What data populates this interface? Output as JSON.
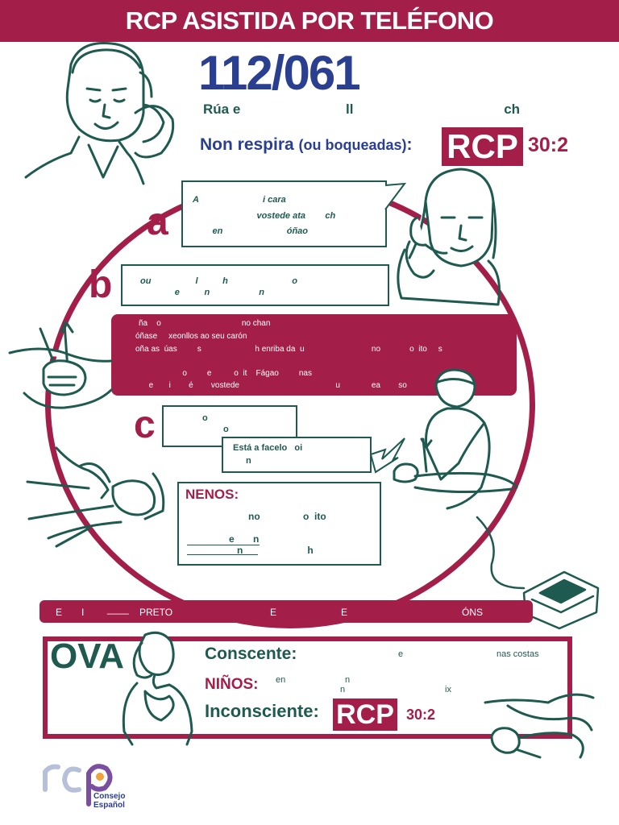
{
  "header": {
    "title": "RCP ASISTIDA POR TELÉFONO"
  },
  "emergency": {
    "number": "112/061",
    "street_fragments": [
      "Rúa e",
      "ll",
      "ch"
    ]
  },
  "non_respira": {
    "label": "Non respira",
    "detail": "(ou boqueadas)",
    "colon": ":",
    "rcp_label": "RCP",
    "ratio": "30:2"
  },
  "step_letters": {
    "a": "a",
    "b": "b",
    "c": "c"
  },
  "box_a": {
    "lines": [
      "A                          i cara",
      "                          vostede ata        ch",
      "        en                          óñao"
    ]
  },
  "box_b": {
    "lines": [
      "ou                  l          h                          o",
      "              e          n                    n"
    ]
  },
  "compress_band": {
    "lines": [
      "ña    o                                    no chan",
      "óñase     xeonllos ao seu carón",
      "oña as  úas         s                        h enriba da  u                              no             o  ito     s",
      "",
      "                     o         e          o  it    Fágao         nas",
      "      e       i        é        vostede                                           u              ea        so"
    ]
  },
  "box_c1": {
    "lines": [
      "o",
      "o"
    ]
  },
  "box_c2": {
    "lines": [
      "Está a facelo   oi",
      "n"
    ]
  },
  "nenos": {
    "title": "NENOS:",
    "line1": "no                o  ito",
    "line2": "e       n",
    "line3": "n                        h"
  },
  "dea_bar": {
    "fragments": [
      "E",
      "I",
      "____",
      "PRETO",
      "E",
      "E",
      "ÓNS"
    ]
  },
  "ova": {
    "title": "OVA",
    "conscente_label": "Conscente:",
    "conscente_text": [
      "e",
      "nas costas"
    ],
    "ninos_label": "NIÑOS:",
    "ninos_text": [
      "en",
      "n",
      "n",
      "ix"
    ],
    "inconsciente_label": "Inconsciente:",
    "rcp_label": "RCP",
    "ratio": "30:2"
  },
  "logo": {
    "line1": "Consejo",
    "line2": "Español"
  },
  "colors": {
    "maroon": "#a31f4a",
    "teal": "#1e5a4f",
    "navy": "#2a3f8f"
  }
}
